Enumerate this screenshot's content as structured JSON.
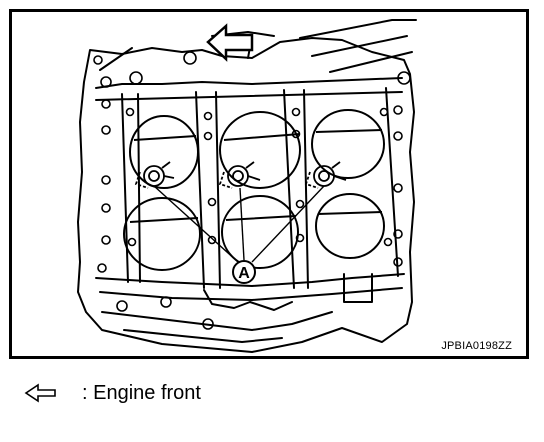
{
  "figure": {
    "callout_label": "A",
    "image_code": "JPBIA0198ZZ",
    "direction_icon": "left-arrow-icon"
  },
  "legend": {
    "icon": "left-arrow-icon",
    "text": ": Engine front"
  }
}
